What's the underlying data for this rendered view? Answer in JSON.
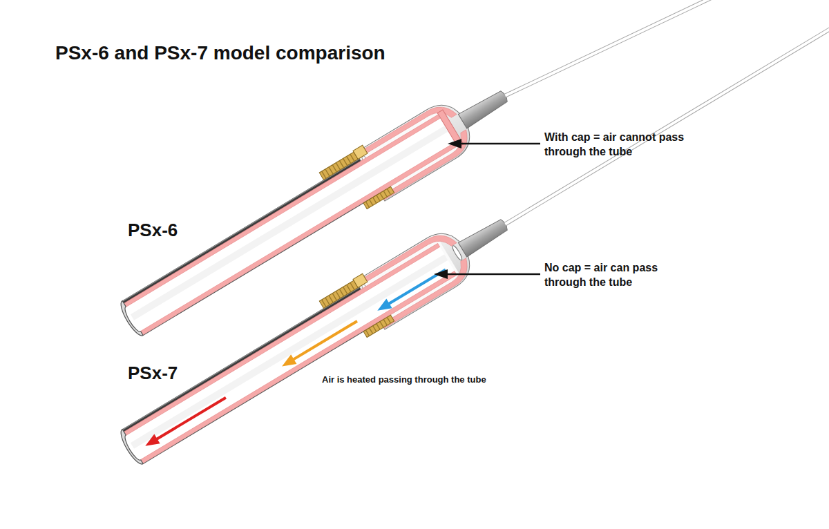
{
  "diagram": {
    "title": "PSx-6 and PSx-7 model comparison",
    "labels": [
      "With cap = air cannot pass through the tube",
      "PSx-6",
      "No cap = air can pass through the tube",
      "PSx-7",
      "Air is heated passing through the tube"
    ]
  }
}
